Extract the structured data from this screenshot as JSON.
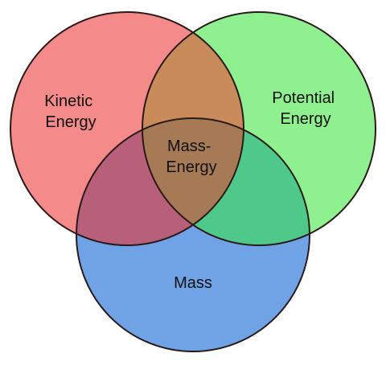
{
  "diagram": {
    "type": "venn",
    "sets": [
      {
        "id": "kinetic",
        "lines": [
          "Kinetic",
          "Energy"
        ],
        "color": "#f58a8a"
      },
      {
        "id": "potential",
        "lines": [
          "Potential",
          "Energy"
        ],
        "color": "#8ef08e"
      },
      {
        "id": "mass",
        "lines": [
          "Mass"
        ],
        "color": "#6fa3e6"
      }
    ],
    "center_label": {
      "lines": [
        "Mass-",
        "Energy"
      ]
    },
    "intersection_colors": {
      "kinetic_potential": "#c98b5a",
      "kinetic_mass": "#b8607a",
      "potential_mass": "#4fc98a",
      "center": "#a67a55"
    },
    "outline_color": "#2a1a1a"
  }
}
